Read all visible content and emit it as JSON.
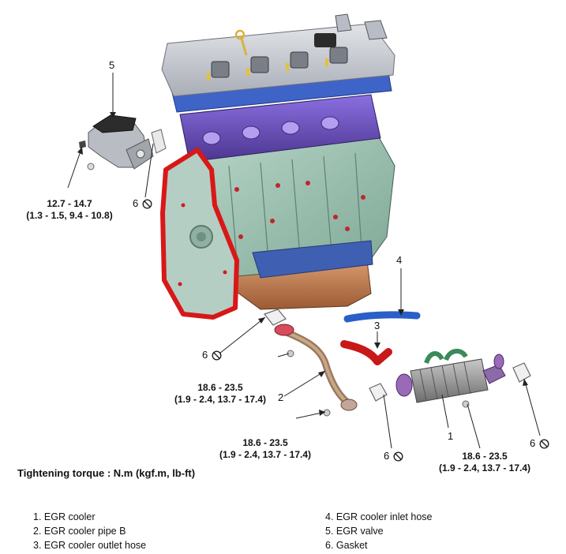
{
  "callouts": {
    "c1": "1",
    "c2": "2",
    "c3": "3",
    "c4": "4",
    "c5": "5",
    "c6a": "6",
    "c6b": "6",
    "c6c": "6",
    "c6d": "6"
  },
  "torques": {
    "valve": {
      "line1": "12.7 - 14.7",
      "line2": "(1.3 - 1.5, 9.4 -  10.8)"
    },
    "pipe_upper": {
      "line1": "18.6 - 23.5",
      "line2": "(1.9 - 2.4, 13.7 - 17.4)"
    },
    "pipe_lower": {
      "line1": "18.6 - 23.5",
      "line2": "(1.9 - 2.4, 13.7 - 17.4)"
    },
    "cooler": {
      "line1": "18.6 - 23.5",
      "line2": "(1.9 - 2.4, 13.7 - 17.4)"
    }
  },
  "torque_title": "Tightening torque : N.m (kgf.m, lb-ft)",
  "legend": {
    "left": [
      "1. EGR cooler",
      "2. EGR cooler pipe B",
      "3. EGR cooler outlet hose"
    ],
    "right": [
      "4. EGR cooler inlet hose",
      "5. EGR valve",
      "6. Gasket"
    ]
  },
  "colors": {
    "frame_red": "#d81818",
    "block_green": "#9cc0b0",
    "manifold_purple": "#6a4fb8",
    "head_gray": "#c9ccd2",
    "cover_blue": "#4a6fd0",
    "oilpan_copper": "#c07a50",
    "hose_blue": "#2a5fc8",
    "hose_red": "#c81818"
  }
}
